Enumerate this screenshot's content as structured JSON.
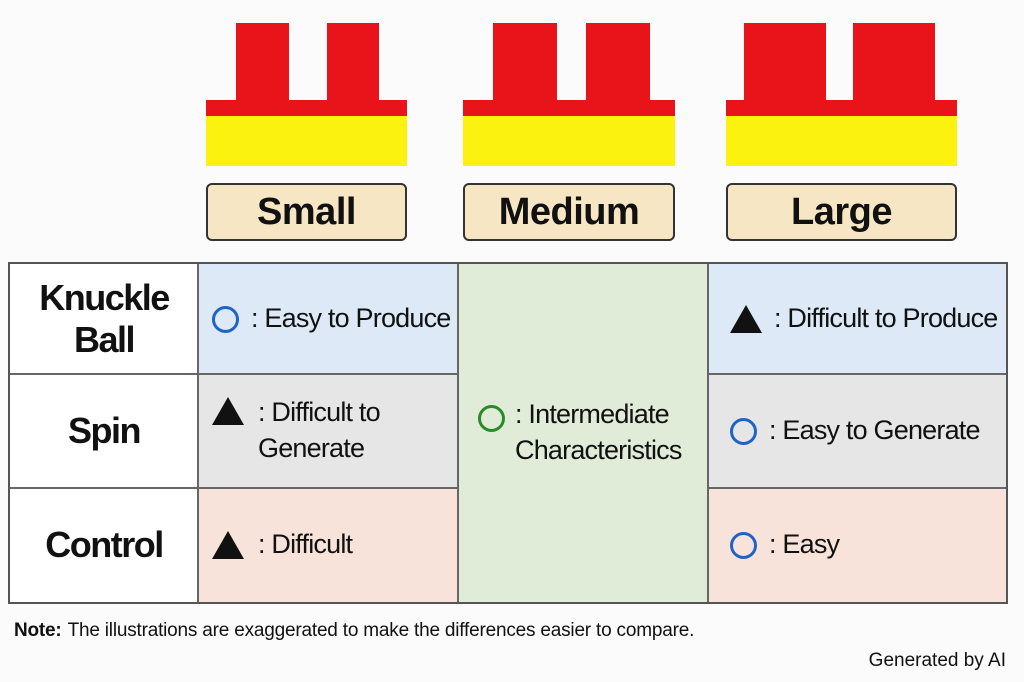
{
  "sizes": [
    "Small",
    "Medium",
    "Large"
  ],
  "rows": [
    "Knuckle Ball",
    "Spin",
    "Control"
  ],
  "cells": {
    "small": [
      {
        "mark": "blue-circle",
        "text": ": Easy to Produce"
      },
      {
        "mark": "black-triangle",
        "text": ": Difficult to Generate"
      },
      {
        "mark": "black-triangle",
        "text": ": Difficult"
      }
    ],
    "medium": {
      "mark": "green-circle",
      "text": ": Intermediate Characteristics"
    },
    "large": [
      {
        "mark": "black-triangle",
        "text": ": Difficult to Produce"
      },
      {
        "mark": "blue-circle",
        "text": ": Easy to Generate"
      },
      {
        "mark": "blue-circle",
        "text": ": Easy"
      }
    ]
  },
  "note": {
    "label": "Note:",
    "text": "The illustrations are exaggerated to make the differences easier to compare."
  },
  "credit": "Generated by AI",
  "colors": {
    "topsheet": "#e8141a",
    "sponge": "#fbf30f",
    "label_bg": "#f7e6c4",
    "row1_bg": "#dde9f6",
    "row2_bg": "#e6e6e6",
    "row3_bg": "#f7e3d9",
    "medium_bg": "#e0ebd8",
    "circle_blue": "#1f63c9",
    "circle_green": "#2a8a2a"
  }
}
